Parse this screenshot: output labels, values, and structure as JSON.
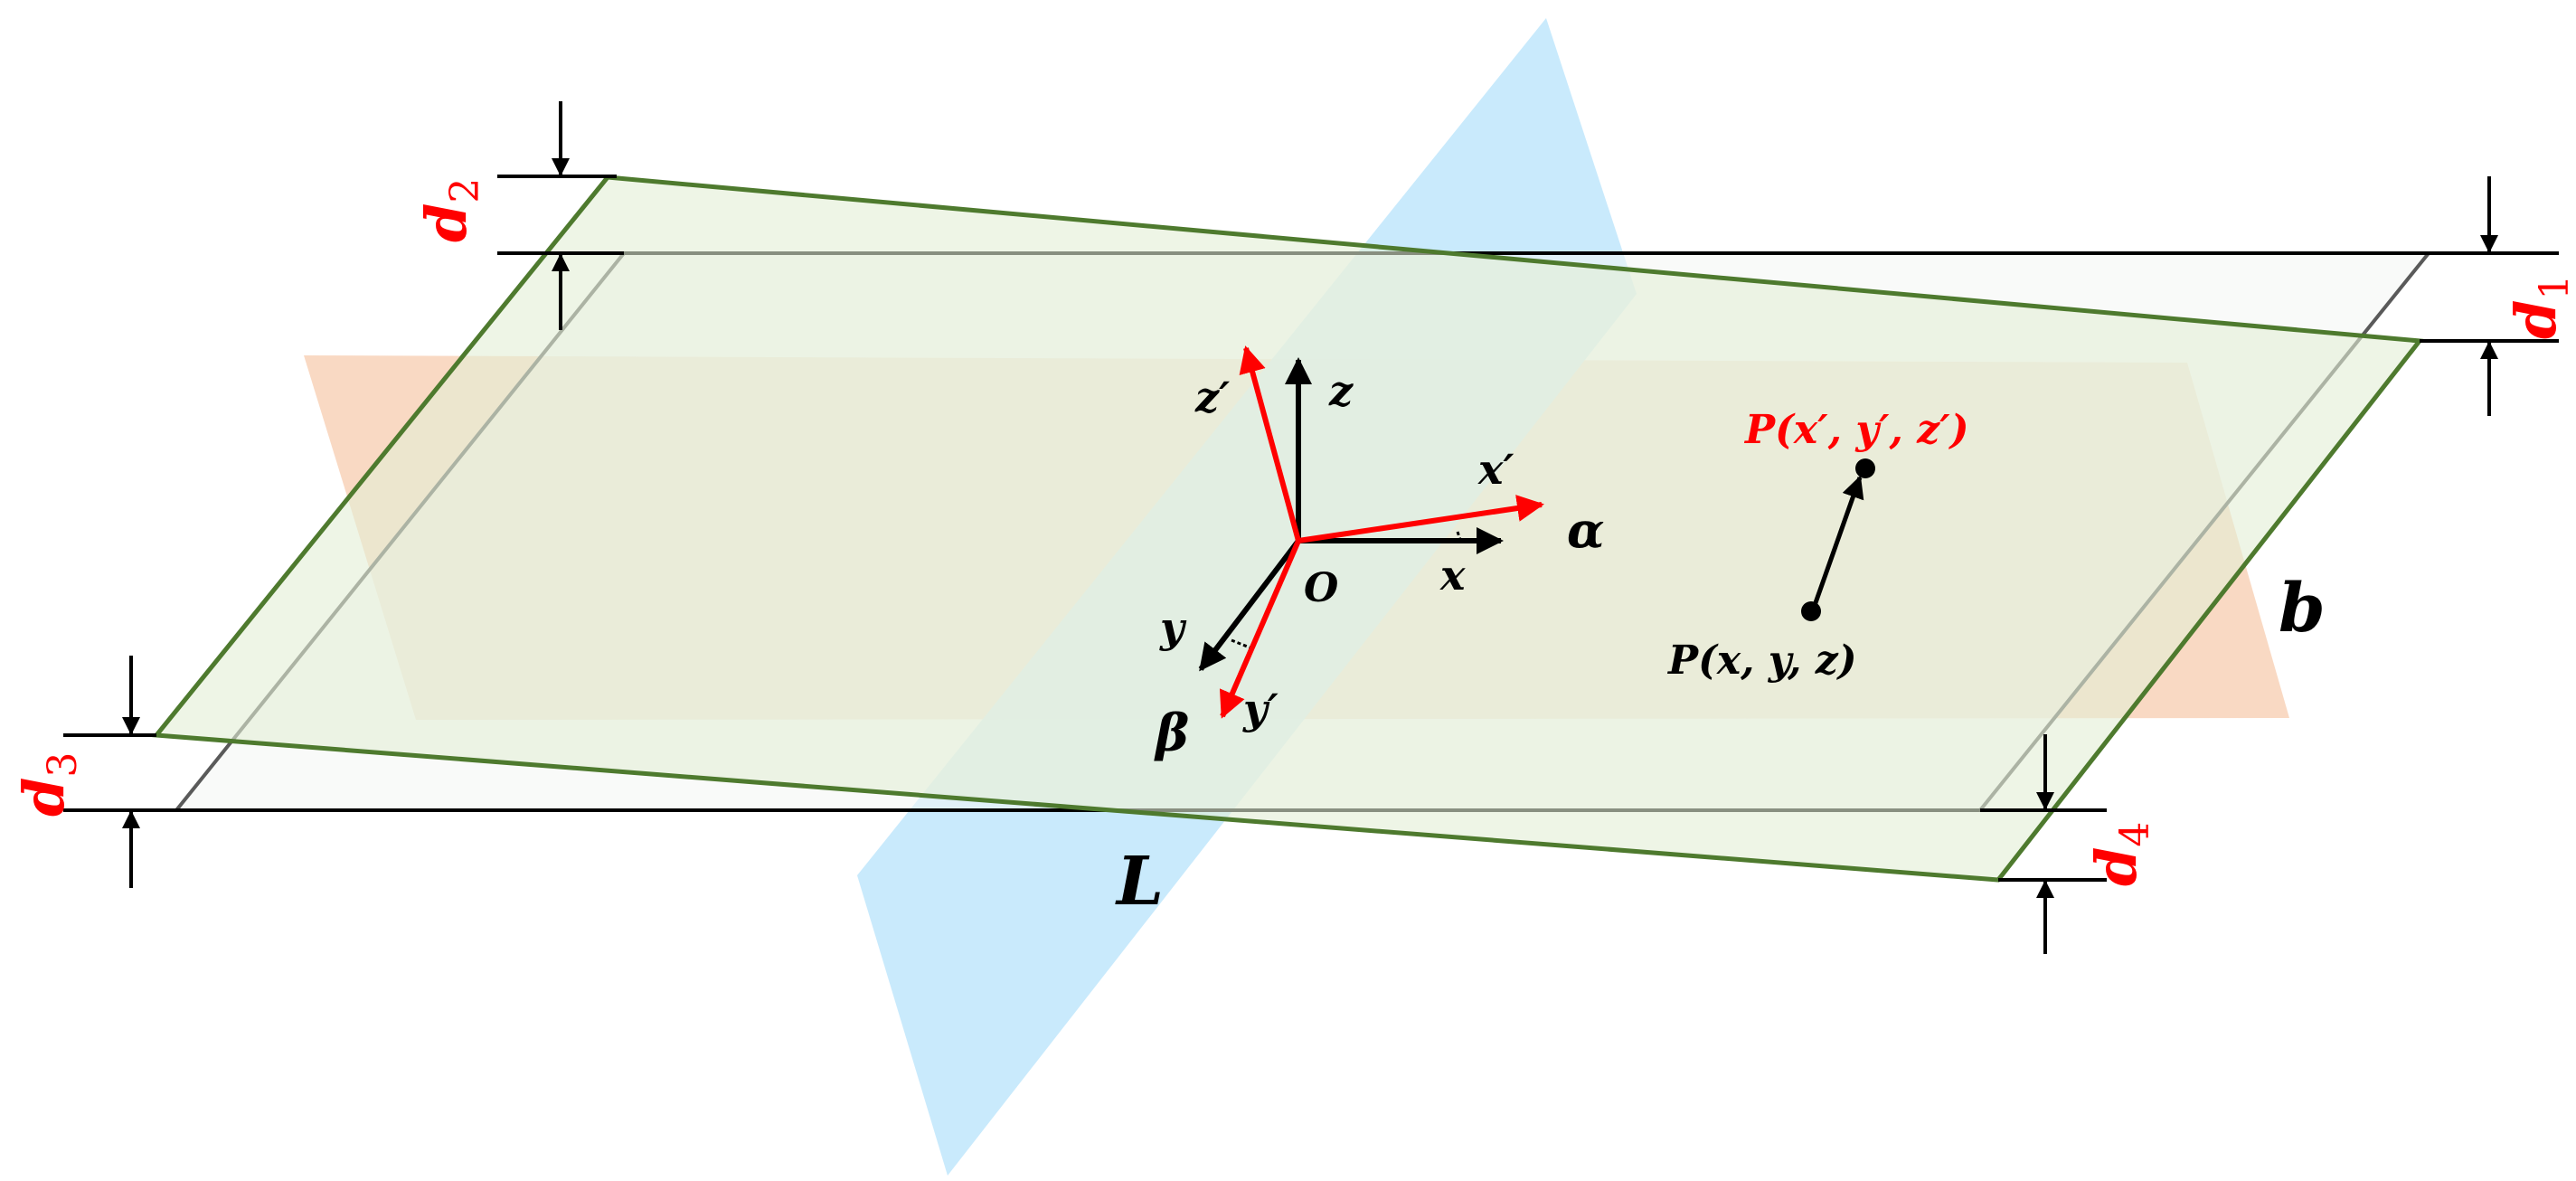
{
  "colors": {
    "red": "#ff0000",
    "black": "#000000",
    "green": "#4e7a2e",
    "blue_plane": "#bfe6fb",
    "orange_plane": "#f8d2b8",
    "green_fill": "#e7f0dc",
    "gray_fill": "#f4f6f4",
    "gray_edge": "#666666"
  },
  "labels": {
    "d1": "d",
    "d1_sub": "1",
    "d2": "d",
    "d2_sub": "2",
    "d3": "d",
    "d3_sub": "3",
    "d4": "d",
    "d4_sub": "4",
    "z_prime": "z′",
    "z": "z",
    "x_prime": "x′",
    "x": "x",
    "y": "y",
    "y_prime": "y′",
    "origin": "O",
    "alpha": "α",
    "beta": "β",
    "L": "L",
    "b": "b",
    "P_prime": "P(x′, y′, z′)",
    "P": "P(x, y, z)"
  },
  "icons": {
    "arrow": "arrow-icon",
    "point": "dot-icon"
  }
}
